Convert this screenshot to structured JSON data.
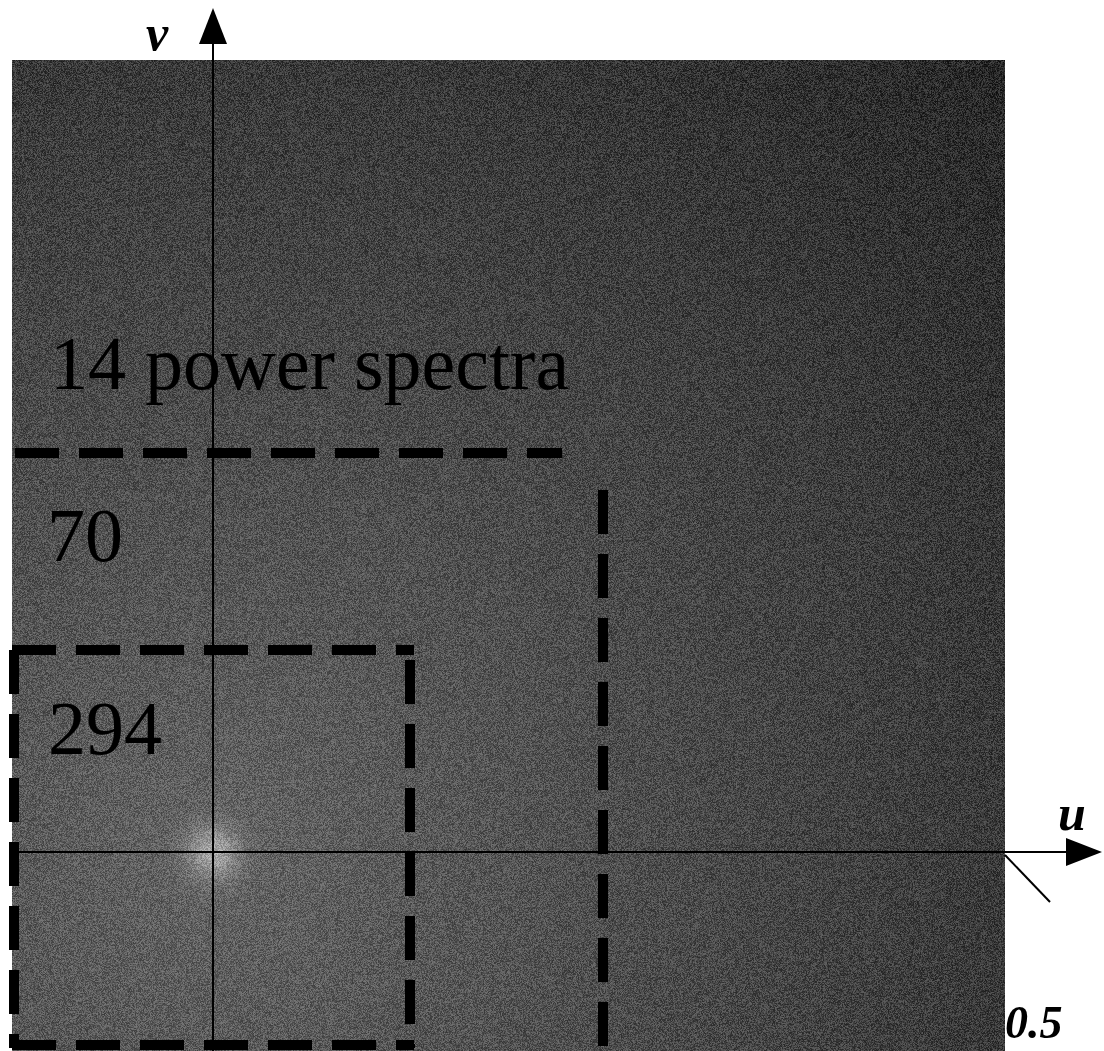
{
  "diagram": {
    "nodes": [
      {
        "text": [
          "70"
        ]
      },
      {
        "text": [
          "294"
        ],
        "in": 0
      }
    ],
    "labels": [
      "v",
      "u",
      "0.5",
      "14 power spectra"
    ]
  }
}
